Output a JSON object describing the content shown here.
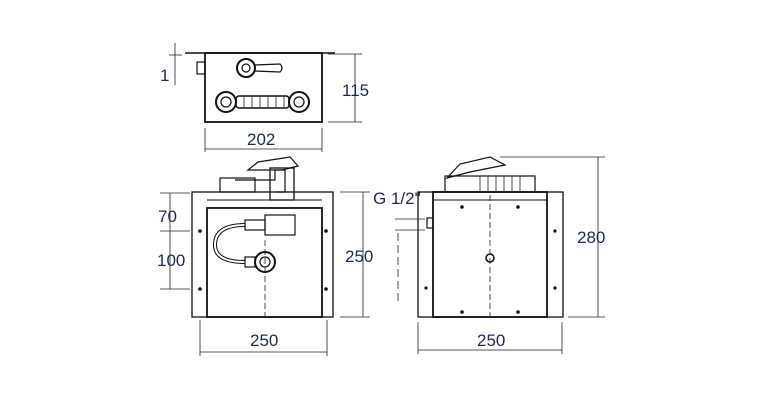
{
  "top_view": {
    "height_label": "115",
    "width_label": "202",
    "offset_label": "1"
  },
  "front_view": {
    "upper_label": "70",
    "lower_label": "100",
    "height_label": "250",
    "width_label": "250"
  },
  "side_view": {
    "thread_label": "G 1/2\"",
    "height_label": "280",
    "width_label": "250"
  },
  "colors": {
    "dimension_text": "#1c2b4f",
    "lines": "#111111"
  }
}
